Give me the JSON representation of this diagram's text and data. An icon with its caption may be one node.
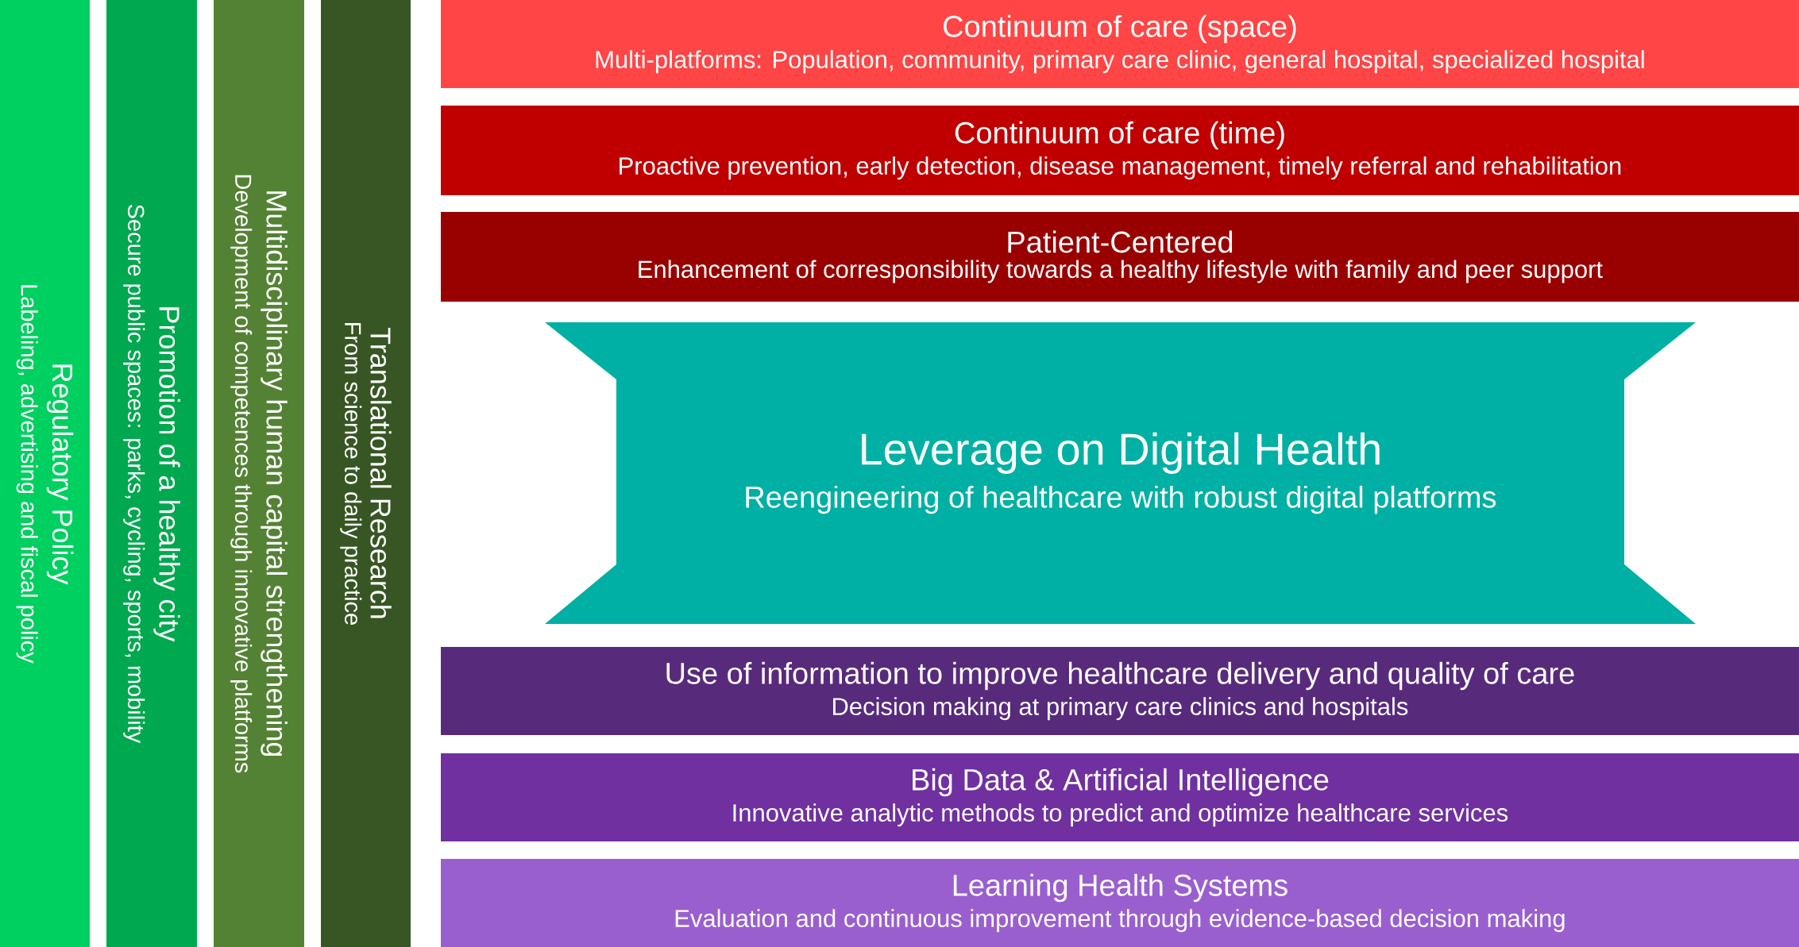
{
  "diagram": {
    "nodes": [
      {
        "text": [
          "Regulatory Policy",
          "Labeling, advertising and fiscal policy"
        ]
      },
      {
        "text": [
          "Promotion of a healthy city",
          "Secure public spaces: parks, cycling, sports, mobility"
        ]
      },
      {
        "text": [
          "Multidisciplinary human capital strengthening",
          "Development of competences through innovative platforms"
        ]
      },
      {
        "text": [
          "Translational Research",
          "From science to daily practice"
        ]
      },
      {
        "text": [
          "Continuum of care (space)",
          "Multi-platforms: Population, community, primary care clinic, general hospital, specialized hospital"
        ]
      },
      {
        "text": [
          "Continuum of care (time)",
          "Proactive prevention, early detection, disease management, timely referral and rehabilitation"
        ]
      },
      {
        "text": [
          "Patient-Centered",
          "Enhancement of corresponsibility towards a healthy lifestyle with family and peer support"
        ]
      },
      {
        "text": [
          "Leverage on Digital Health",
          "Reengineering of healthcare with robust digital platforms"
        ]
      },
      {
        "text": [
          "Use of information to improve healthcare delivery and quality of care",
          "Decision making at primary care clinics and hospitals"
        ]
      },
      {
        "text": [
          "Big Data & Artificial Intelligence",
          "Innovative analytic methods to predict and optimize healthcare services"
        ]
      },
      {
        "text": [
          "Learning Health Systems",
          "Evaluation and continuous improvement through evidence-based decision making"
        ]
      }
    ]
  }
}
